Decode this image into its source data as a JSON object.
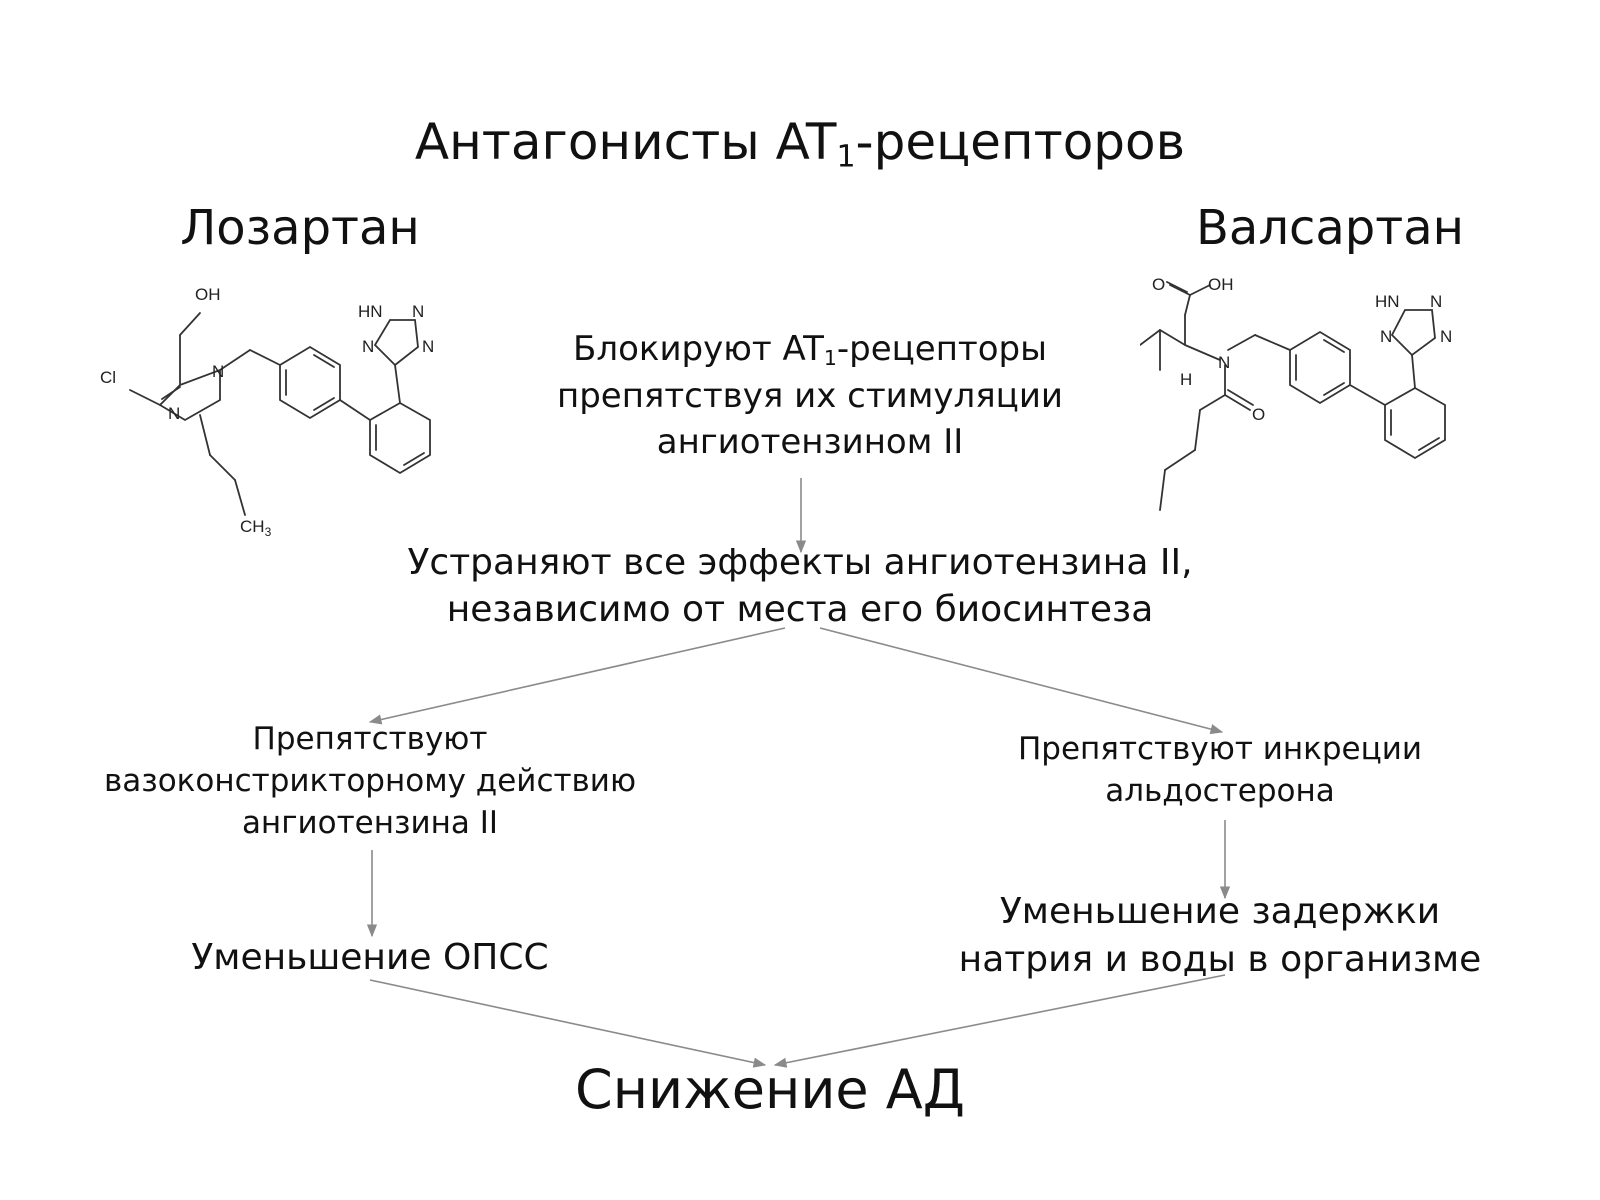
{
  "title": {
    "before": "Антагонисты AT",
    "sub": "1",
    "after": "-рецепторов"
  },
  "drugs": {
    "left": "Лозартан",
    "right": "Валсартан"
  },
  "flow": {
    "block": {
      "line1_before": "Блокируют AT",
      "line1_sub": "1",
      "line1_after": "-рецепторы",
      "line2": "препятствуя их стимуляции",
      "line3": "ангиотензином II"
    },
    "eliminate": {
      "line1": "Устраняют все эффекты ангиотензина II,",
      "line2": "независимо от места его биосинтеза"
    },
    "left_branch": {
      "line1": "Препятствуют",
      "line2": "вазоконстрикторному действию",
      "line3": "ангиотензина II"
    },
    "right_branch": {
      "line1": "Препятствуют инкреции",
      "line2": "альдостерона"
    },
    "left_result": "Уменьшение ОПСС",
    "right_result": {
      "line1": "Уменьшение задержки",
      "line2": "натрия и воды в организме"
    },
    "final": "Снижение АД"
  },
  "losartan_labels": {
    "oh": "OH",
    "cl": "Cl",
    "n1": "N",
    "n2": "N",
    "ch3": "CH",
    "ch3_sub": "3",
    "hn": "HN",
    "tn1": "N",
    "tn2": "N",
    "tn3": "N"
  },
  "valsartan_labels": {
    "o1": "O",
    "oh": "OH",
    "h": "H",
    "n": "N",
    "o2": "O",
    "hn": "HN",
    "tn1": "N",
    "tn2": "N",
    "tn3": "N"
  },
  "colors": {
    "arrow": "#8a8a8a",
    "text": "#111111"
  }
}
